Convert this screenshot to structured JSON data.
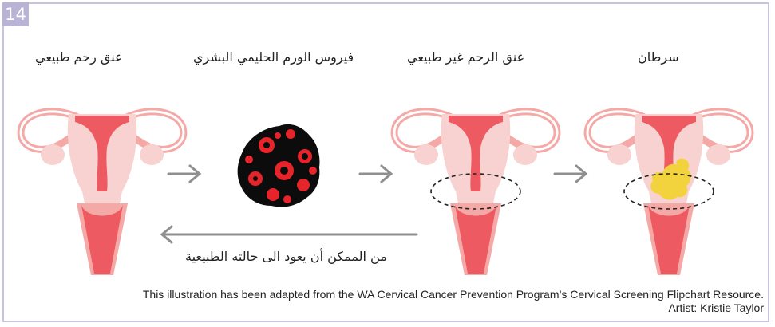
{
  "badge": "14",
  "stages": [
    {
      "label": "عنق رحم طبيعي"
    },
    {
      "label": "فيروس الورم الحليمي البشري"
    },
    {
      "label": "عنق الرحم غير طبيعي"
    },
    {
      "label": "سرطان"
    }
  ],
  "back_arrow_label": "من الممكن أن يعود الى حالته الطبيعية",
  "credit": {
    "line1": "This illustration has been adapted from the WA Cervical Cancer Prevention Program’s Cervical  Screening Flipchart Resource.",
    "line2": "Artist: Kristie Taylor"
  },
  "colors": {
    "frame": "#c7c2dd",
    "badge": "#b9b3d6",
    "uterus_light": "#f8d2d0",
    "uterus_mid": "#f5a9a7",
    "uterus_dark": "#ee5a62",
    "virus_red": "#e8242b",
    "cancer_yellow": "#f3d33d",
    "arrow": "#8f8f8f"
  },
  "icons": [
    "right-arrow-icon",
    "left-arrow-icon"
  ]
}
